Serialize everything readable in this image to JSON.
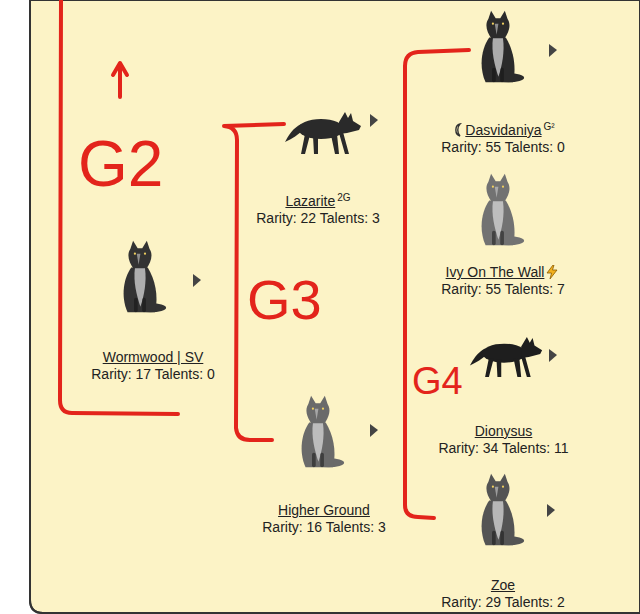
{
  "diagram": {
    "nodes": [
      {
        "text": [
          "Wormwood | SV",
          "Rarity: 17 Talents: 0"
        ]
      },
      {
        "text": [
          "Lazarite",
          "2G",
          "Rarity: 22 Talents: 3"
        ]
      },
      {
        "text": [
          "Higher Ground",
          "Rarity: 16 Talents: 3"
        ]
      },
      {
        "text": [
          "Dasvidaniya",
          "G²",
          "Rarity: 55 Talents: 0"
        ]
      },
      {
        "text": [
          "Ivy On The Wall",
          "Rarity: 55 Talents: 7"
        ]
      },
      {
        "text": [
          "Dionysus",
          "Rarity: 34 Talents: 11"
        ]
      },
      {
        "text": [
          "Zoe",
          "Rarity: 29 Talents: 2"
        ]
      }
    ],
    "labels": [
      "G2",
      "G3",
      "G4"
    ]
  }
}
